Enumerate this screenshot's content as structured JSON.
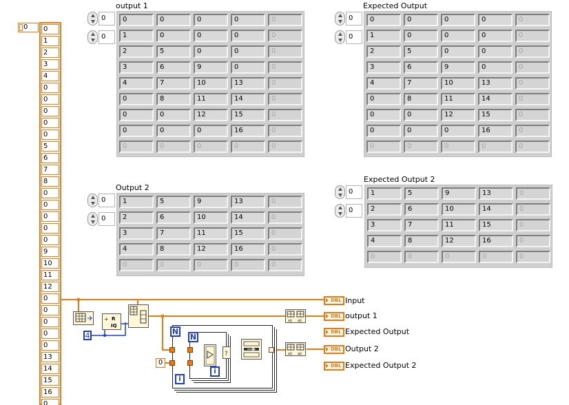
{
  "input_array": {
    "index": "0",
    "values": [
      "0",
      "1",
      "2",
      "3",
      "4",
      "0",
      "0",
      "0",
      "0",
      "0",
      "5",
      "6",
      "7",
      "8",
      "0",
      "0",
      "0",
      "0",
      "0",
      "9",
      "10",
      "11",
      "12",
      "0",
      "0",
      "0",
      "0",
      "0",
      "13",
      "14",
      "15",
      "16",
      "0"
    ]
  },
  "output1": {
    "label": "output 1",
    "index_row": "0",
    "index_col": "0",
    "rows": [
      [
        "0",
        "0",
        "0",
        "0",
        "0"
      ],
      [
        "1",
        "0",
        "0",
        "0",
        "0"
      ],
      [
        "2",
        "5",
        "0",
        "0",
        "0"
      ],
      [
        "3",
        "6",
        "9",
        "0",
        "0"
      ],
      [
        "4",
        "7",
        "10",
        "13",
        "0"
      ],
      [
        "0",
        "8",
        "11",
        "14",
        "0"
      ],
      [
        "0",
        "0",
        "12",
        "15",
        "0"
      ],
      [
        "0",
        "0",
        "0",
        "16",
        "0"
      ],
      [
        "0",
        "0",
        "0",
        "0",
        "0"
      ]
    ]
  },
  "expected_output": {
    "label": "Expected Output",
    "index_row": "0",
    "index_col": "0",
    "rows": [
      [
        "0",
        "0",
        "0",
        "0",
        "0"
      ],
      [
        "1",
        "0",
        "0",
        "0",
        "0"
      ],
      [
        "2",
        "5",
        "0",
        "0",
        "0"
      ],
      [
        "3",
        "6",
        "9",
        "0",
        "0"
      ],
      [
        "4",
        "7",
        "10",
        "13",
        "0"
      ],
      [
        "0",
        "8",
        "11",
        "14",
        "0"
      ],
      [
        "0",
        "0",
        "12",
        "15",
        "0"
      ],
      [
        "0",
        "0",
        "0",
        "16",
        "0"
      ],
      [
        "0",
        "0",
        "0",
        "0",
        "0"
      ]
    ]
  },
  "output2": {
    "label": "Output 2",
    "index_row": "0",
    "index_col": "0",
    "rows": [
      [
        "1",
        "5",
        "9",
        "13",
        "0"
      ],
      [
        "2",
        "6",
        "10",
        "14",
        "0"
      ],
      [
        "3",
        "7",
        "11",
        "15",
        "0"
      ],
      [
        "4",
        "8",
        "12",
        "16",
        "0"
      ],
      [
        "0",
        "0",
        "0",
        "0",
        "0"
      ]
    ]
  },
  "expected_output2": {
    "label": "Expected Output 2",
    "index_row": "0",
    "index_col": "0",
    "rows": [
      [
        "1",
        "5",
        "9",
        "13",
        "0"
      ],
      [
        "2",
        "6",
        "10",
        "14",
        "0"
      ],
      [
        "3",
        "7",
        "11",
        "15",
        "0"
      ],
      [
        "4",
        "8",
        "12",
        "16",
        "0"
      ],
      [
        "0",
        "0",
        "0",
        "0",
        "0"
      ]
    ]
  },
  "terminals": [
    {
      "type": "DBL",
      "label": "Input"
    },
    {
      "type": "DBL",
      "label": "output 1"
    },
    {
      "type": "DBL",
      "label": "Expected Output"
    },
    {
      "type": "DBL",
      "label": "Output 2"
    },
    {
      "type": "DBL",
      "label": "Expected Output 2"
    }
  ],
  "constants": {
    "divisor": "4",
    "init_value": "0"
  },
  "loop_labels": {
    "count": "N",
    "iteration": "i"
  },
  "colors": {
    "wire": "#e87a12",
    "int_wire": "#1c3cd4",
    "panel": "#cfcfcf"
  }
}
